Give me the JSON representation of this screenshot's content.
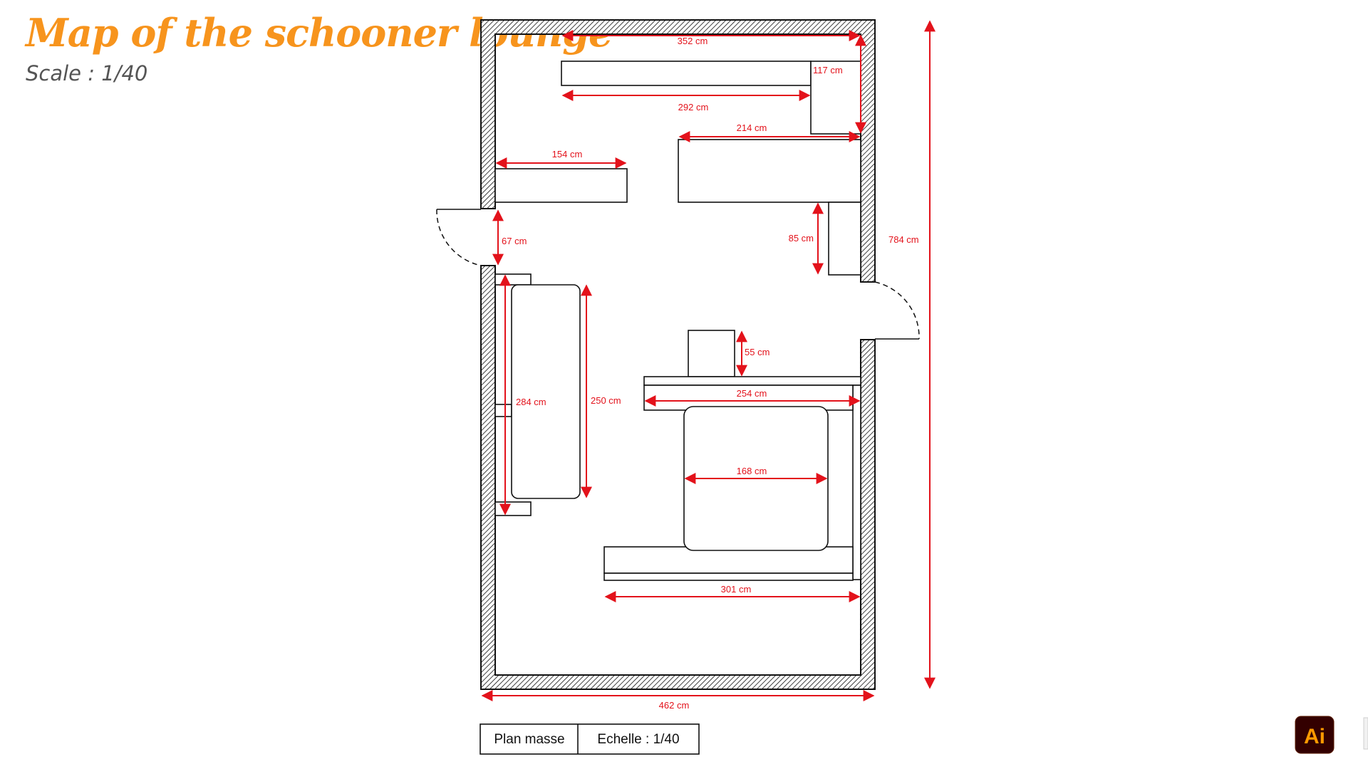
{
  "header": {
    "title": "Map of the schooner lounge",
    "scale": "Scale : 1/40"
  },
  "dimensions": {
    "top_wall": "352 cm",
    "shelf_depth": "117 cm",
    "top_shelf": "292 cm",
    "right_desk": "214 cm",
    "left_bench": "154 cm",
    "door_left": "67 cm",
    "gap": "85 cm",
    "total_height": "784 cm",
    "step": "55 cm",
    "left_wall_unit": "284 cm",
    "sofa": "250 cm",
    "table_top": "254 cm",
    "rug": "168 cm",
    "table_bottom": "301 cm",
    "total_width": "462 cm"
  },
  "cartouche": {
    "plan_label": "Plan masse",
    "scale_label": "Echelle : 1/40"
  },
  "app_badge": {
    "label": "Ai",
    "icon": "adobe-illustrator-icon",
    "bg_color": "#330000",
    "fg_color": "#ff9a00"
  },
  "colors": {
    "title": "#f7941d",
    "dimension": "#e3121b",
    "wall": "#111111"
  }
}
